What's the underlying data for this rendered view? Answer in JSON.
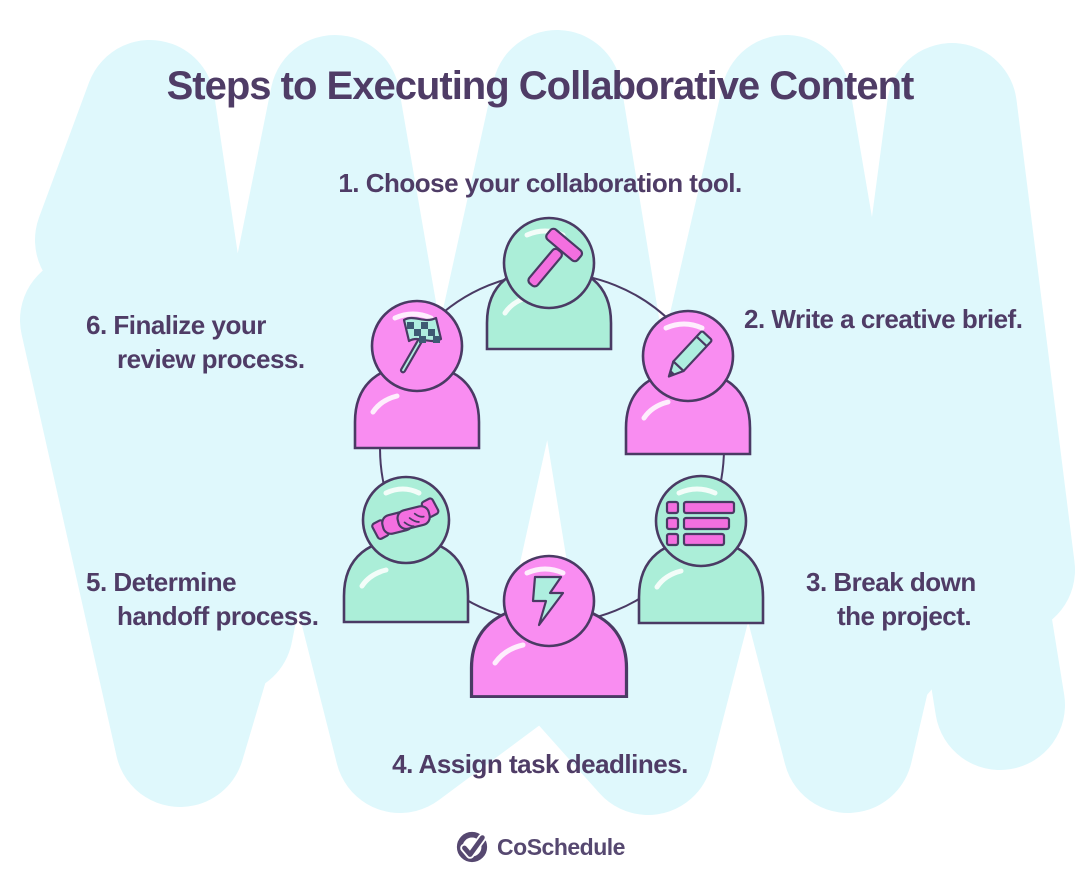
{
  "title": "Steps to Executing Collaborative Content",
  "steps": [
    {
      "line1": "1. Choose your collaboration tool.",
      "line2": "",
      "icon": "hammer-icon",
      "figure_color": "mint"
    },
    {
      "line1": "2. Write a creative brief.",
      "line2": "",
      "icon": "pencil-icon",
      "figure_color": "pink"
    },
    {
      "line1": "3. Break down",
      "line2": "the project.",
      "icon": "list-icon",
      "figure_color": "mint"
    },
    {
      "line1": "4. Assign task deadlines.",
      "line2": "",
      "icon": "lightning-icon",
      "figure_color": "pink"
    },
    {
      "line1": "5. Determine",
      "line2": "handoff process.",
      "icon": "handshake-icon",
      "figure_color": "mint"
    },
    {
      "line1": "6. Finalize your",
      "line2": "review process.",
      "icon": "flag-icon",
      "figure_color": "pink"
    }
  ],
  "logo": {
    "text": "CoSchedule"
  },
  "colors": {
    "scribble": "#dff8fc",
    "mint": "#abeed8",
    "pink": "#f98df1",
    "icon_pink": "#f46fe0",
    "icon_mint": "#aeeedf",
    "checker_dark": "#3d5a73",
    "outline": "#4a3a64",
    "text": "#4f3c66",
    "logo": "#564870"
  }
}
